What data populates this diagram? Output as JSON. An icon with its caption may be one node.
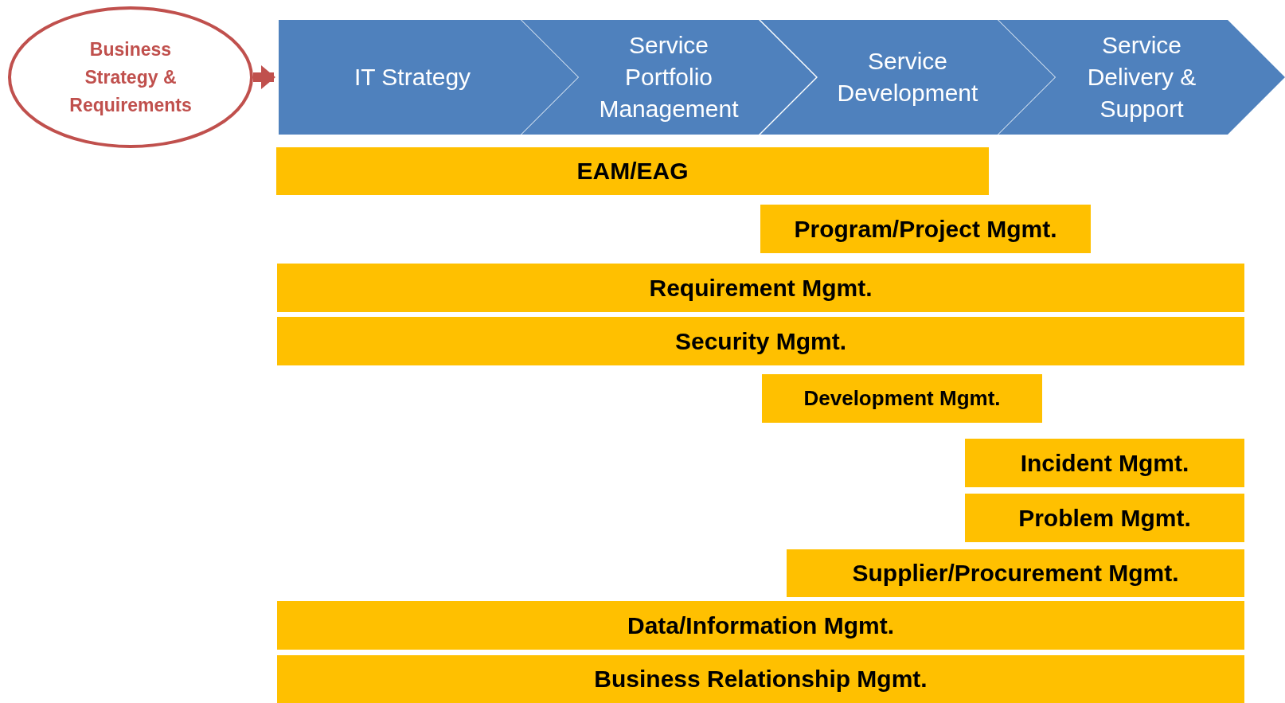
{
  "diagram": {
    "nodes": [
      {
        "text": [
          "Business Strategy & Requirements"
        ]
      },
      {
        "text": [
          "IT Strategy"
        ]
      },
      {
        "text": [
          "Service Portfolio Management"
        ]
      },
      {
        "text": [
          "Service Development"
        ]
      },
      {
        "text": [
          "Service Delivery & Support"
        ]
      },
      {
        "text": [
          "EAM/EAG"
        ]
      },
      {
        "text": [
          "Program/Project Mgmt."
        ]
      },
      {
        "text": [
          "Requirement Mgmt."
        ]
      },
      {
        "text": [
          "Security Mgmt."
        ]
      },
      {
        "text": [
          "Development Mgmt."
        ]
      },
      {
        "text": [
          "Incident Mgmt."
        ]
      },
      {
        "text": [
          "Problem Mgmt."
        ]
      },
      {
        "text": [
          "Supplier/Procurement Mgmt."
        ]
      },
      {
        "text": [
          "Data/Information Mgmt."
        ]
      },
      {
        "text": [
          "Business Relationship Mgmt."
        ]
      }
    ],
    "edges": [
      {
        "from": 0,
        "to": 1,
        "arrow": "to"
      }
    ]
  }
}
